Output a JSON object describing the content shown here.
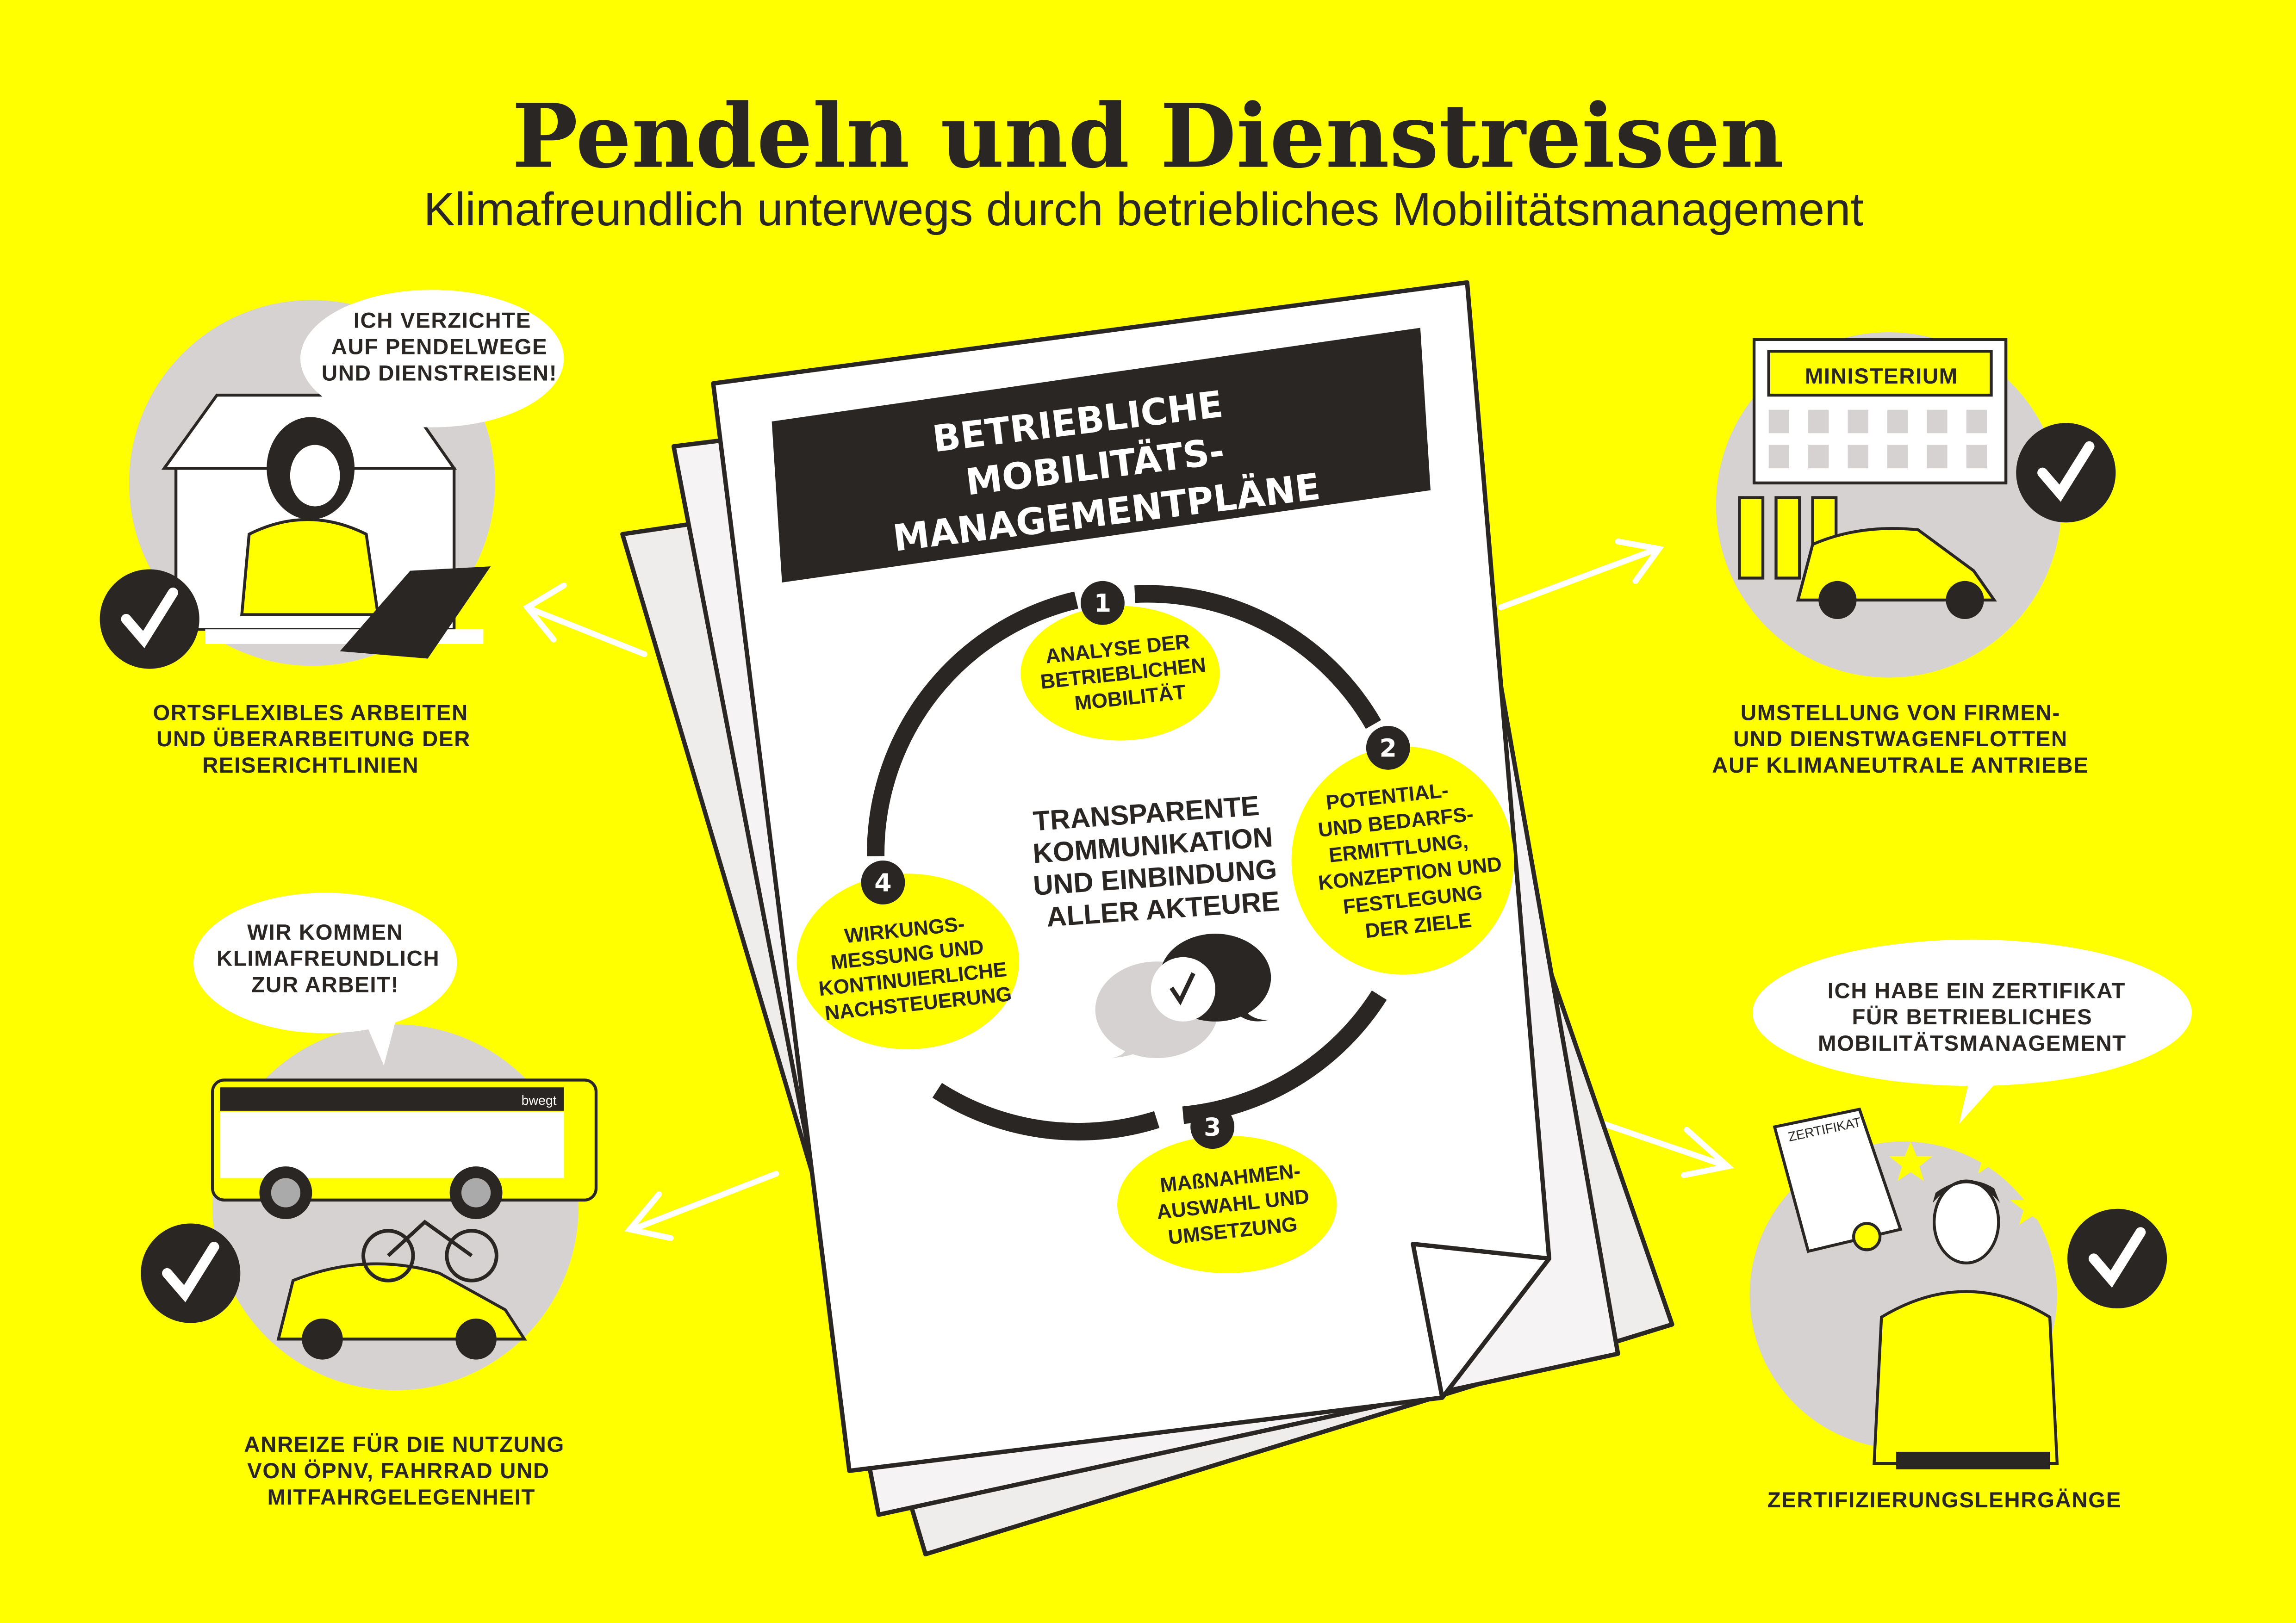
{
  "header": {
    "title": "Pendeln und Dienstreisen",
    "subtitle": "Klimafreundlich unterwegs durch betriebliches Mobilitätsmanagement"
  },
  "document": {
    "banner": [
      "BETRIEBLICHE",
      "MOBILITÄTS-",
      "MANAGEMENTPLÄNE"
    ],
    "center_text": [
      "TRANSPARENTE",
      "KOMMUNIKATION",
      "UND EINBINDUNG",
      "ALLER AKTEURE"
    ],
    "steps": [
      {
        "number": "1",
        "lines": [
          "ANALYSE DER",
          "BETRIEBLICHEN",
          "MOBILITÄT"
        ]
      },
      {
        "number": "2",
        "lines": [
          "POTENTIAL-",
          "UND BEDARFS-",
          "ERMITTLUNG,",
          "KONZEPTION UND",
          "FESTLEGUNG",
          "DER ZIELE"
        ]
      },
      {
        "number": "3",
        "lines": [
          "MAßNAHMEN-",
          "AUSWAHL UND",
          "UMSETZUNG"
        ]
      },
      {
        "number": "4",
        "lines": [
          "WIRKUNGS-",
          "MESSUNG UND",
          "KONTINUIERLICHE",
          "NACHSTEUERUNG"
        ]
      }
    ]
  },
  "panels": {
    "top_left": {
      "speech": [
        "ICH VERZICHTE",
        "AUF PENDELWEGE",
        "UND DIENSTREISEN!"
      ],
      "caption": [
        "ORTSFLEXIBLES ARBEITEN",
        "UND ÜBERARBEITUNG DER",
        "REISERICHTLINIEN"
      ]
    },
    "top_right": {
      "sign": "MINISTERIUM",
      "caption": [
        "UMSTELLUNG VON FIRMEN-",
        "UND DIENSTWAGENFLOTTEN",
        "AUF KLIMANEUTRALE ANTRIEBE"
      ]
    },
    "bottom_left": {
      "speech": [
        "WIR KOMMEN",
        "KLIMAFREUNDLICH",
        "ZUR ARBEIT!"
      ],
      "bus_brand": "bwegt",
      "caption": [
        "ANREIZE FÜR DIE NUTZUNG",
        "VON ÖPNV, FAHRRAD UND",
        "MITFAHRGELEGENHEIT"
      ]
    },
    "bottom_right": {
      "speech": [
        "ICH HABE EIN ZERTIFIKAT",
        "FÜR BETRIEBLICHES",
        "MOBILITÄTSMANAGEMENT"
      ],
      "certificate": "ZERTIFIKAT",
      "caption": [
        "ZERTIFIZIERUNGSLEHRGÄNGE"
      ]
    }
  },
  "colors": {
    "yellow": "#ffff00",
    "ink": "#2a2623",
    "gray": "#d6d2d2",
    "white": "#ffffff"
  }
}
